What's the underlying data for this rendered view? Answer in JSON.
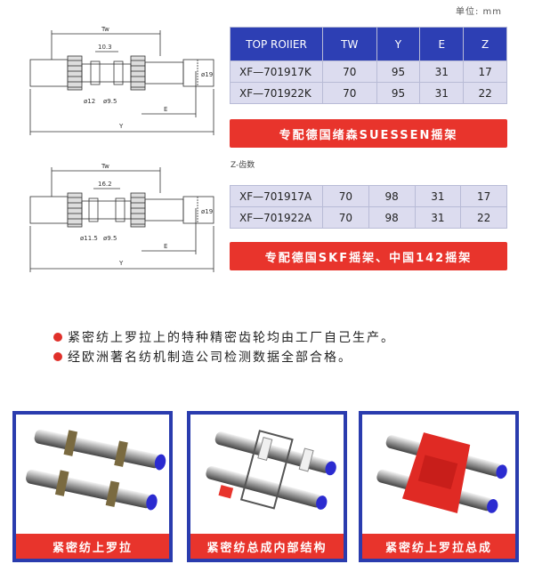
{
  "unit_label": "单位: mm",
  "drawing1": {
    "tw": "Tw",
    "gap": "10.3",
    "d1": "ø12",
    "d2": "ø9.5",
    "dia": "ø19",
    "e": "E",
    "y": "Y"
  },
  "drawing2": {
    "tw": "Tw",
    "gap": "16.2",
    "d1": "ø11.5",
    "d2": "ø9.5",
    "dia": "ø19",
    "e": "E",
    "y": "Y"
  },
  "table1": {
    "headers": [
      "TOP ROIIER",
      "TW",
      "Y",
      "E",
      "Z"
    ],
    "rows": [
      [
        "XF—701917K",
        "70",
        "95",
        "31",
        "17"
      ],
      [
        "XF—701922K",
        "70",
        "95",
        "31",
        "22"
      ]
    ]
  },
  "banner1": "专配德国绪森SUESSEN摇架",
  "z_note": "Z-齿数",
  "table2": {
    "rows": [
      [
        "XF—701917A",
        "70",
        "98",
        "31",
        "17"
      ],
      [
        "XF—701922A",
        "70",
        "98",
        "31",
        "22"
      ]
    ]
  },
  "banner2": "专配德国SKF摇架、中国142摇架",
  "bullets": [
    "紧密纺上罗拉上的特种精密齿轮均由工厂自己生产。",
    "经欧洲著名纺机制造公司检测数据全部合格。"
  ],
  "photos": [
    {
      "caption": "紧密纺上罗拉"
    },
    {
      "caption": "紧密纺总成内部结构"
    },
    {
      "caption": "紧密纺上罗拉总成"
    }
  ],
  "colors": {
    "header_blue": "#2d3fb4",
    "banner_red": "#e8342c",
    "row_bg": "#dcdcef"
  }
}
